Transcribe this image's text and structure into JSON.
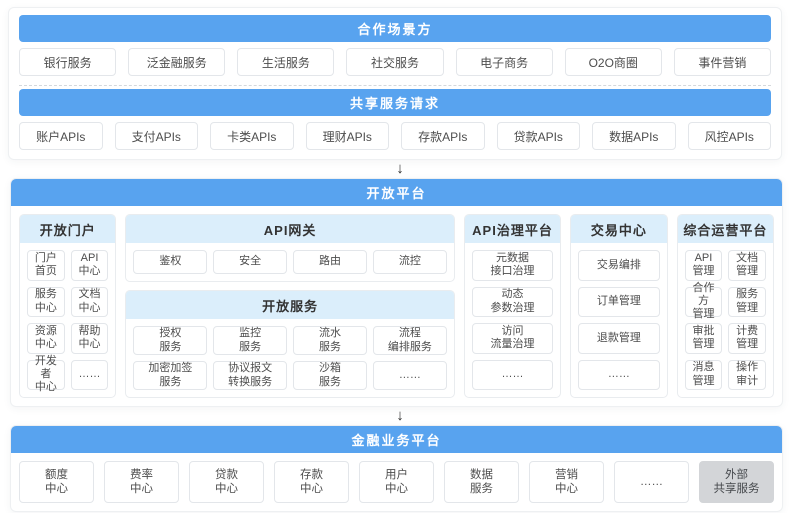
{
  "colors": {
    "bar_blue": "#58a3ef",
    "subheader_blue": "#dbeefb",
    "external_gray": "#d3d5d8"
  },
  "arrow_glyph": "↓",
  "scenario": {
    "title": "合作场景方",
    "items": [
      "银行服务",
      "泛金融服务",
      "生活服务",
      "社交服务",
      "电子商务",
      "O2O商圈",
      "事件营销"
    ]
  },
  "shared": {
    "title": "共享服务请求",
    "items": [
      "账户APIs",
      "支付APIs",
      "卡类APIs",
      "理财APIs",
      "存款APIs",
      "贷款APIs",
      "数据APIs",
      "风控APIs"
    ]
  },
  "open_platform": {
    "title": "开放平台",
    "portal": {
      "title": "开放门户",
      "items": [
        "门户\n首页",
        "API\n中心",
        "服务\n中心",
        "文档\n中心",
        "资源\n中心",
        "帮助\n中心",
        "开发者\n中心",
        "……"
      ]
    },
    "gateway": {
      "title": "API网关",
      "items": [
        "鉴权",
        "安全",
        "路由",
        "流控"
      ]
    },
    "open_services": {
      "title": "开放服务",
      "items": [
        "授权\n服务",
        "监控\n服务",
        "流水\n服务",
        "流程\n编排服务",
        "加密加签\n服务",
        "协议报文\n转换服务",
        "沙箱\n服务",
        "……"
      ]
    },
    "governance": {
      "title": "API治理平台",
      "items": [
        "元数据\n接口治理",
        "动态\n参数治理",
        "访问\n流量治理",
        "……"
      ]
    },
    "trade": {
      "title": "交易中心",
      "items": [
        "交易编排",
        "订单管理",
        "退款管理",
        "……"
      ]
    },
    "operation": {
      "title": "综合运营平台",
      "items": [
        "API\n管理",
        "文档\n管理",
        "合作方\n管理",
        "服务\n管理",
        "审批\n管理",
        "计费\n管理",
        "消息\n管理",
        "操作\n审计"
      ]
    }
  },
  "finance": {
    "title": "金融业务平台",
    "items": [
      "额度\n中心",
      "费率\n中心",
      "贷款\n中心",
      "存款\n中心",
      "用户\n中心",
      "数据\n服务",
      "营销\n中心",
      "……"
    ],
    "external": "外部\n共享服务"
  }
}
